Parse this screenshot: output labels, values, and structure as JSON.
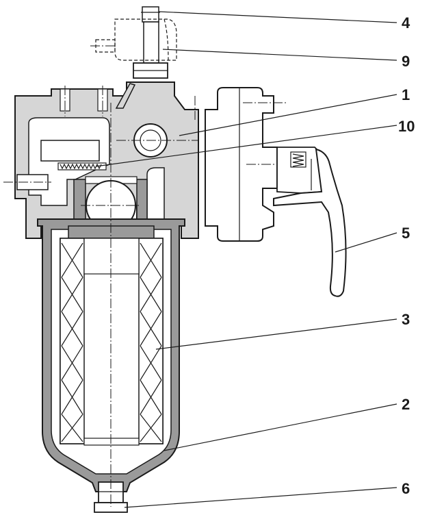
{
  "colors": {
    "housing": "#d6d6d6",
    "bowl": "#9a9a9a",
    "line": "#1a1a1a",
    "background": "#ffffff"
  },
  "callouts": [
    {
      "id": "4",
      "label": "4"
    },
    {
      "id": "9",
      "label": "9"
    },
    {
      "id": "1",
      "label": "1"
    },
    {
      "id": "10",
      "label": "10"
    },
    {
      "id": "5",
      "label": "5"
    },
    {
      "id": "3",
      "label": "3"
    },
    {
      "id": "2",
      "label": "2"
    },
    {
      "id": "6",
      "label": "6"
    }
  ]
}
